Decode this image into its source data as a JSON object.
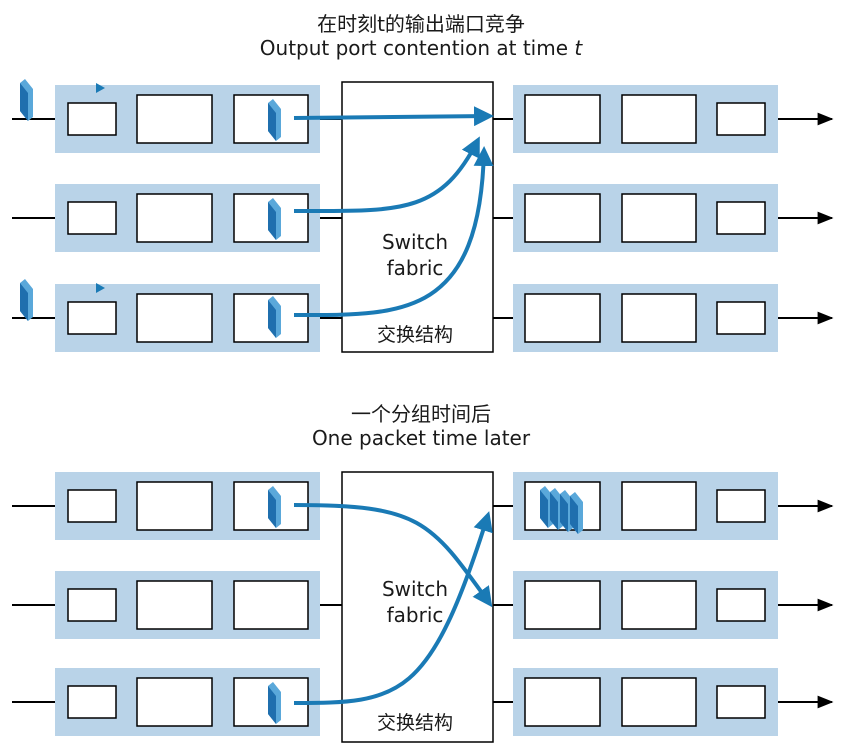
{
  "panels": [
    {
      "title_cn": "在时刻t的输出端口竞争",
      "title_en_prefix": "Output port contention at time ",
      "title_en_var": "t",
      "fabric_label_line1": "Switch",
      "fabric_label_line2": "fabric",
      "fabric_label_cn": "交换结构"
    },
    {
      "title_cn": "一个分组时间后",
      "title_en": "One packet time later",
      "fabric_label_line1": "Switch",
      "fabric_label_line2": "fabric",
      "fabric_label_cn": "交换结构"
    }
  ],
  "colors": {
    "port_fill": "#b9d3e8",
    "arrow": "#1a7ab5",
    "packet_front": "#1f6fae",
    "packet_side": "#5aa8da",
    "line": "#000000"
  },
  "icons": [
    "packet-icon",
    "arrow-right-icon"
  ]
}
